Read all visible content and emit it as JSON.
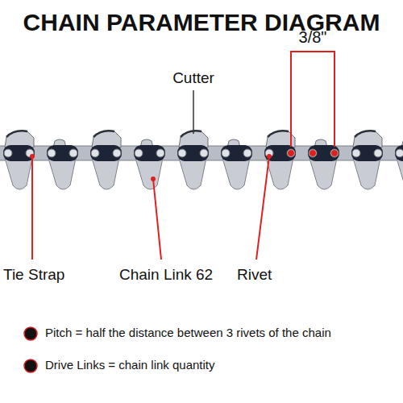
{
  "diagram": {
    "title": "CHAIN PARAMETER DIAGRAM",
    "labels": [
      "Cutter",
      "3/8\"",
      "Tie Strap",
      "Chain Link 62",
      "Rivet",
      "Pitch = half the distance between 3 rivets of the chain",
      "Drive Links = chain link quantity"
    ]
  }
}
